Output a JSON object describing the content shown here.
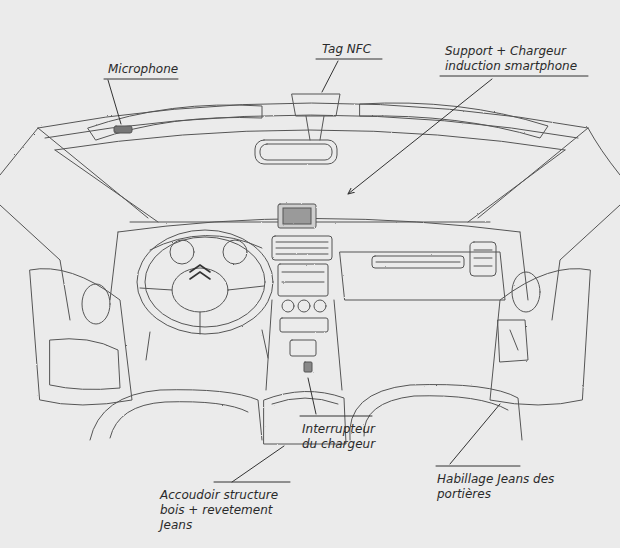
{
  "diagram": {
    "labels": [
      "Microphone",
      "Tag NFC",
      "Support + Chargeur induction smartphone",
      "Accoudoir structure bois + revetement Jeans",
      "Interrupteur du chargeur",
      "Habillage Jeans des portières"
    ]
  }
}
